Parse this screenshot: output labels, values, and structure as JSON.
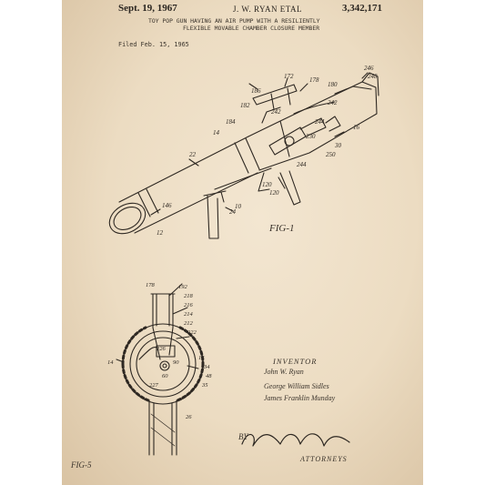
{
  "header": {
    "date": "Sept. 19, 1967",
    "inventors": "J. W. RYAN ETAL",
    "patent_number": "3,342,171",
    "title_line1": "TOY POP GUN HAVING AN AIR PUMP WITH A RESILIENTLY",
    "title_line2": "FLEXIBLE MOVABLE CHAMBER CLOSURE MEMBER",
    "filed": "Filed Feb. 15, 1965"
  },
  "figures": {
    "fig1_label": "FIG-1",
    "fig5_label": "FIG-5"
  },
  "inventor_block": {
    "label": "INVENTOR",
    "names": [
      "John W. Ryan",
      "George William Sidles",
      "James Franklin Munday"
    ]
  },
  "signature": {
    "by": "BY",
    "attorneys": "ATTORNEYS"
  },
  "colors": {
    "paper": "#ecdcc2",
    "ink": "#2a2520"
  }
}
